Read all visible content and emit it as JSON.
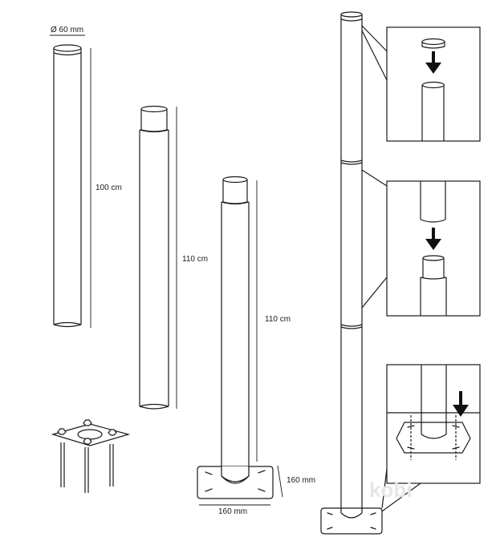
{
  "labels": {
    "diameter": "Ø 60 mm",
    "height_top_section": "100 cm",
    "height_middle_section": "110 cm",
    "height_base_section": "110 cm",
    "base_width": "160 mm",
    "base_depth": "160 mm"
  },
  "watermark": "kobi"
}
